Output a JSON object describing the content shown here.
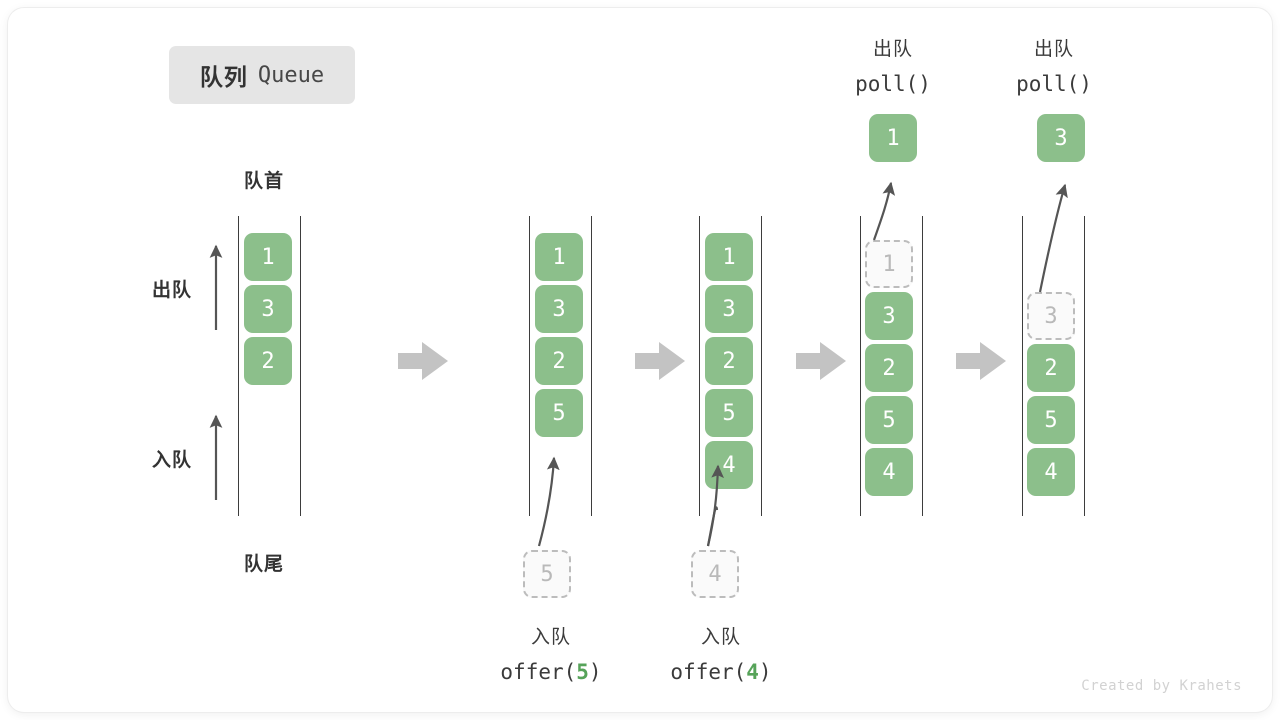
{
  "title": {
    "cn": "队列",
    "en": "Queue"
  },
  "labels": {
    "head": "队首",
    "tail": "队尾",
    "dequeue": "出队",
    "enqueue": "入队"
  },
  "operations": {
    "offer5": {
      "cn": "入队",
      "fn": "offer(",
      "arg": "5",
      "close": ")"
    },
    "offer4": {
      "cn": "入队",
      "fn": "offer(",
      "arg": "4",
      "close": ")"
    },
    "poll1": {
      "cn": "出队",
      "code": "poll()"
    },
    "poll2": {
      "cn": "出队",
      "code": "poll()"
    }
  },
  "colors": {
    "element": "#8cbf8b",
    "ghost_border": "#bcbcbc",
    "ghost_text": "#b9b9b9",
    "rail": "#3d3d3d",
    "arrow_gray": "#c3c3c3",
    "arrow_dark": "#555555",
    "text": "#333333",
    "badge_bg": "#e5e5e5"
  },
  "columns": [
    {
      "id": "state-0",
      "slots": [
        "1",
        "3",
        "2",
        "",
        "",
        ""
      ],
      "ghost_index": -1
    },
    {
      "id": "state-1",
      "slots": [
        "1",
        "3",
        "2",
        "5",
        "",
        ""
      ],
      "ghost_index": -1
    },
    {
      "id": "state-2",
      "slots": [
        "1",
        "3",
        "2",
        "5",
        "4",
        ""
      ],
      "ghost_index": -1
    },
    {
      "id": "state-3",
      "slots": [
        "1",
        "3",
        "2",
        "5",
        "4",
        ""
      ],
      "ghost_index": 0
    },
    {
      "id": "state-4",
      "slots": [
        "",
        "3",
        "2",
        "5",
        "4",
        ""
      ],
      "ghost_index": 1
    }
  ],
  "incoming": [
    {
      "for_column": "state-1",
      "value": "5"
    },
    {
      "for_column": "state-2",
      "value": "4"
    }
  ],
  "outgoing": [
    {
      "for_column": "state-3",
      "value": "1"
    },
    {
      "for_column": "state-4",
      "value": "3"
    }
  ],
  "watermark": "Created by Krahets"
}
